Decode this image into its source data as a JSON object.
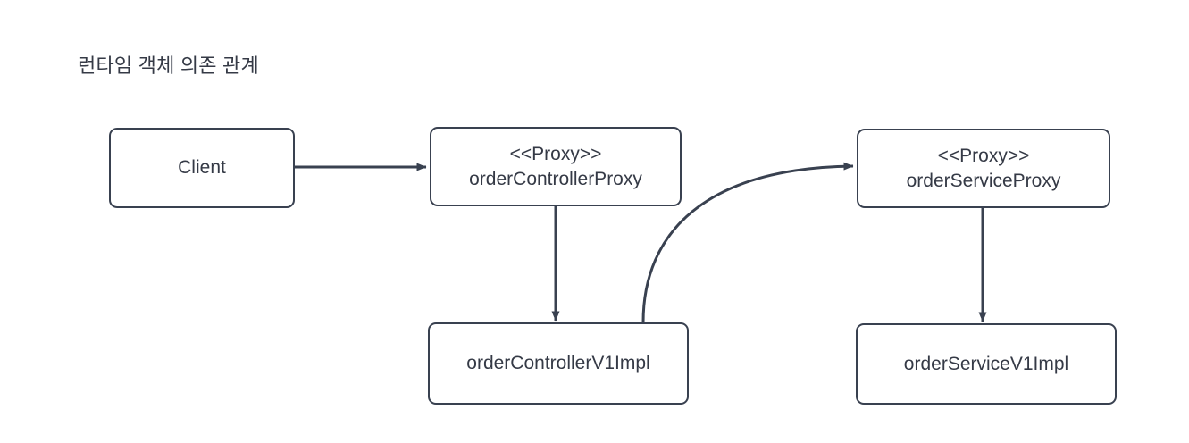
{
  "diagram": {
    "title": "런타임 객체 의존 관계",
    "background_color": "#ffffff",
    "stroke_color": "#394150",
    "text_color": "#353a46",
    "nodes": [
      {
        "id": "client",
        "label": "Client",
        "stereotype": ""
      },
      {
        "id": "ctrl-proxy",
        "label": "orderControllerProxy",
        "stereotype": "<<Proxy>>"
      },
      {
        "id": "svc-proxy",
        "label": "orderServiceProxy",
        "stereotype": "<<Proxy>>"
      },
      {
        "id": "ctrl-impl",
        "label": "orderControllerV1Impl",
        "stereotype": ""
      },
      {
        "id": "svc-impl",
        "label": "orderServiceV1Impl",
        "stereotype": ""
      }
    ],
    "edges": [
      {
        "id": "client-to-ctrl-proxy",
        "from": "client",
        "to": "ctrl-proxy",
        "style": "straight-horizontal",
        "label": ""
      },
      {
        "id": "ctrl-proxy-to-ctrl-impl",
        "from": "ctrl-proxy",
        "to": "ctrl-impl",
        "style": "straight-vertical",
        "label": ""
      },
      {
        "id": "ctrl-impl-to-svc-proxy",
        "from": "ctrl-impl",
        "to": "svc-proxy",
        "style": "curved",
        "label": ""
      },
      {
        "id": "svc-proxy-to-svc-impl",
        "from": "svc-proxy",
        "to": "svc-impl",
        "style": "straight-vertical",
        "label": ""
      }
    ]
  }
}
